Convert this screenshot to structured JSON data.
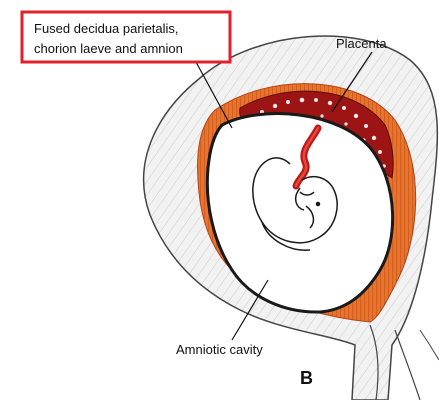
{
  "diagram": {
    "labels": {
      "fused_line1": "Fused decidua parietalis,",
      "fused_line2": "chorion laeve and amnion",
      "placenta": "Placenta",
      "amniotic_cavity": "Amniotic cavity",
      "panel_letter": "B"
    },
    "colors": {
      "highlight_box": "#e0202a",
      "decidua_orange": "#e8742a",
      "placenta_red": "#9c1414",
      "vessel_red": "#c0181a",
      "outline_dark": "#1a1a1a",
      "uterine_wall": "#efefef"
    }
  }
}
